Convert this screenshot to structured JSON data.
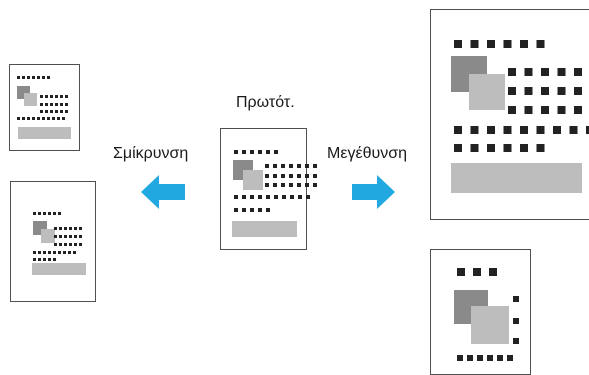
{
  "labels": {
    "original": "Πρωτότ.",
    "reduce": "Σμίκρυνση",
    "enlarge": "Μεγέθυνση"
  },
  "colors": {
    "arrow": "#21a8e1",
    "border": "#505050",
    "dark_square": "#8a8a8a",
    "light_square": "#bdbdbd",
    "text_bar": "#bdbdbd",
    "dots": "#222222"
  },
  "icons": {
    "reduce_arrow": "arrow-left-icon",
    "enlarge_arrow": "arrow-right-icon"
  }
}
